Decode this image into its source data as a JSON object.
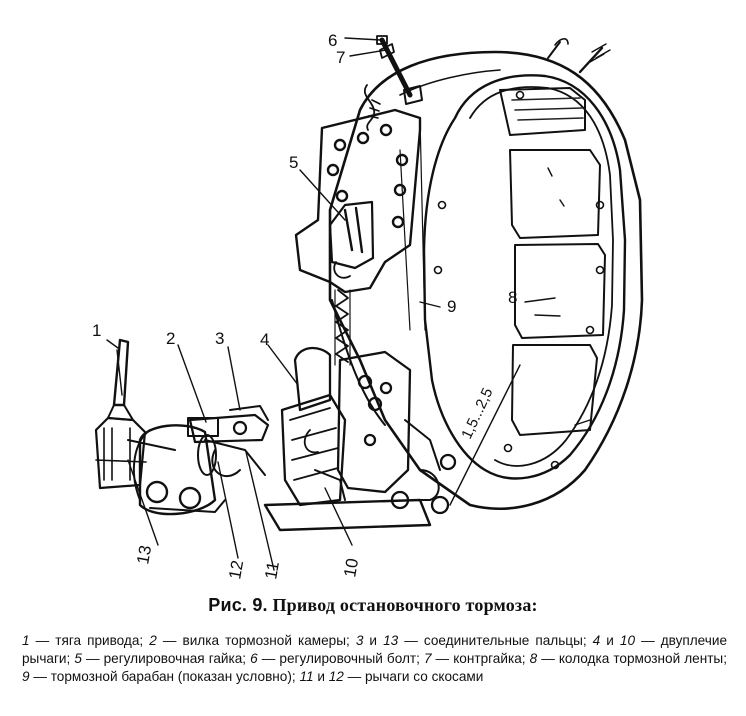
{
  "figure": {
    "labels": [
      "1",
      "2",
      "3",
      "4",
      "5",
      "6",
      "7",
      "8",
      "9",
      "10",
      "11",
      "12",
      "13"
    ],
    "dimension": "1,5...2,5"
  },
  "caption": {
    "prefix": "Рис. 9.",
    "title": "Привод остановочного тормоза:"
  },
  "legend": {
    "items": [
      {
        "num": "1",
        "text": " — тяга привода; "
      },
      {
        "num": "2",
        "text": " — вилка тормозной камеры; "
      },
      {
        "num": "3",
        "text": " и "
      },
      {
        "num": "13",
        "text": " — соединительные пальцы; "
      },
      {
        "num": "4",
        "text": " и "
      },
      {
        "num": "10",
        "text": " — двуплечие рычаги; "
      },
      {
        "num": "5",
        "text": " — регулировочная гайка; "
      },
      {
        "num": "6",
        "text": " — регулировочный болт; "
      },
      {
        "num": "7",
        "text": " — контргайка; "
      },
      {
        "num": "8",
        "text": " — колодка тормозной ленты; "
      },
      {
        "num": "9",
        "text": " — тормозной барабан (показан условно); "
      },
      {
        "num": "11",
        "text": " и "
      },
      {
        "num": "12",
        "text": " — рычаги со скосами"
      }
    ]
  }
}
